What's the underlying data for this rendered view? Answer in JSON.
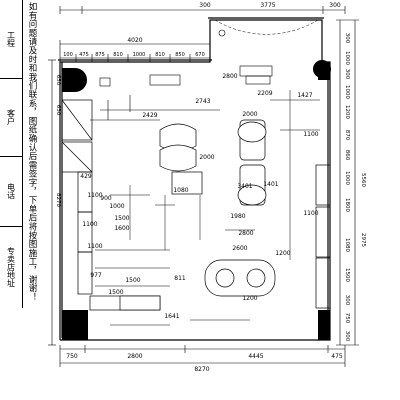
{
  "notice": "如有问题请及时和我们联系，图纸确认后需签字，下单后将按图施工，谢谢！",
  "title_block": {
    "name_label": "工程",
    "client_label": "客户",
    "phone_label": "电话",
    "address_label": "专卖店地址"
  },
  "dimensions": {
    "top_outer": [
      "300",
      "3775",
      "300"
    ],
    "top_inner_total": "4020",
    "top_inner": [
      "100",
      "475",
      "875",
      "810",
      "1000",
      "810",
      "850",
      "670"
    ],
    "bottom": [
      "750",
      "2800",
      "4445",
      "475"
    ],
    "bottom_total": "8270",
    "right": [
      "300",
      "1000",
      "300",
      "1000",
      "1200",
      "870",
      "860",
      "1000",
      "1800",
      "1080",
      "1500",
      "300",
      "750",
      "300"
    ],
    "right_total": "5560",
    "right_total_2": "2975",
    "left": [
      "650",
      "630",
      "8270"
    ],
    "interior": [
      "429",
      "2429",
      "2743",
      "1427",
      "2000",
      "1500",
      "1100",
      "1100",
      "1080",
      "1401",
      "2800",
      "1100",
      "1100",
      "900",
      "2000",
      "1600",
      "1500",
      "977",
      "1500",
      "2600",
      "1200",
      "1200",
      "1641",
      "2209",
      "2800",
      "1980",
      "1000",
      "811",
      "3401",
      "1100"
    ]
  }
}
